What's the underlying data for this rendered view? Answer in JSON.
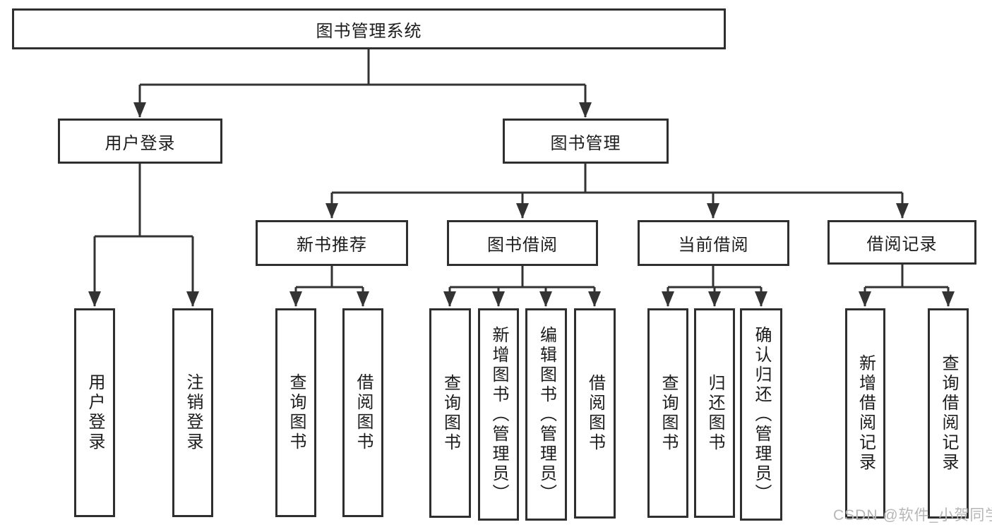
{
  "title": {
    "label": "图书管理系统"
  },
  "nodes": {
    "user_login": "用户登录",
    "book_mgmt": "图书管理",
    "new_books": "新书推荐",
    "book_borrow": "图书借阅",
    "current_borrow": "当前借阅",
    "borrow_records": "借阅记录"
  },
  "leaves": {
    "user_login": [
      "用户登录",
      "注销登录"
    ],
    "new_books": [
      "查询图书",
      "借阅图书"
    ],
    "book_borrow": [
      "查询图书",
      "新增图书（管理员）",
      "编辑图书（管理员）",
      "借阅图书"
    ],
    "current_borrow": [
      "查询图书",
      "归还图书",
      "确认归还（管理员）"
    ],
    "borrow_records": [
      "新增借阅记录",
      "查询借阅记录"
    ]
  },
  "watermark": "CSDN @软件_小贺同学",
  "colors": {
    "line": "#333333",
    "box_border": "#2f2f2f",
    "text": "#1c1c1c",
    "watermark": "#b6b6b6",
    "background": "#ffffff"
  }
}
